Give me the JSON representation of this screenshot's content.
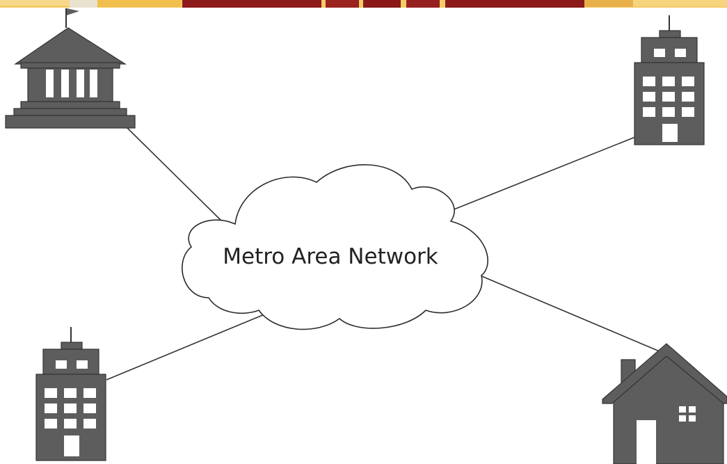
{
  "network": {
    "label": "Metro Area Network"
  },
  "nodes": [
    {
      "name": "government-building",
      "icon": "government-building-icon"
    },
    {
      "name": "office-building-top-right",
      "icon": "office-building-icon"
    },
    {
      "name": "office-building-bottom-left",
      "icon": "office-building-icon"
    },
    {
      "name": "house",
      "icon": "house-icon"
    }
  ],
  "colors": {
    "icon_fill": "#5d5d5d",
    "line": "#333333",
    "banner_red": "#8a1a1a",
    "banner_gold": "#f2c55c"
  }
}
